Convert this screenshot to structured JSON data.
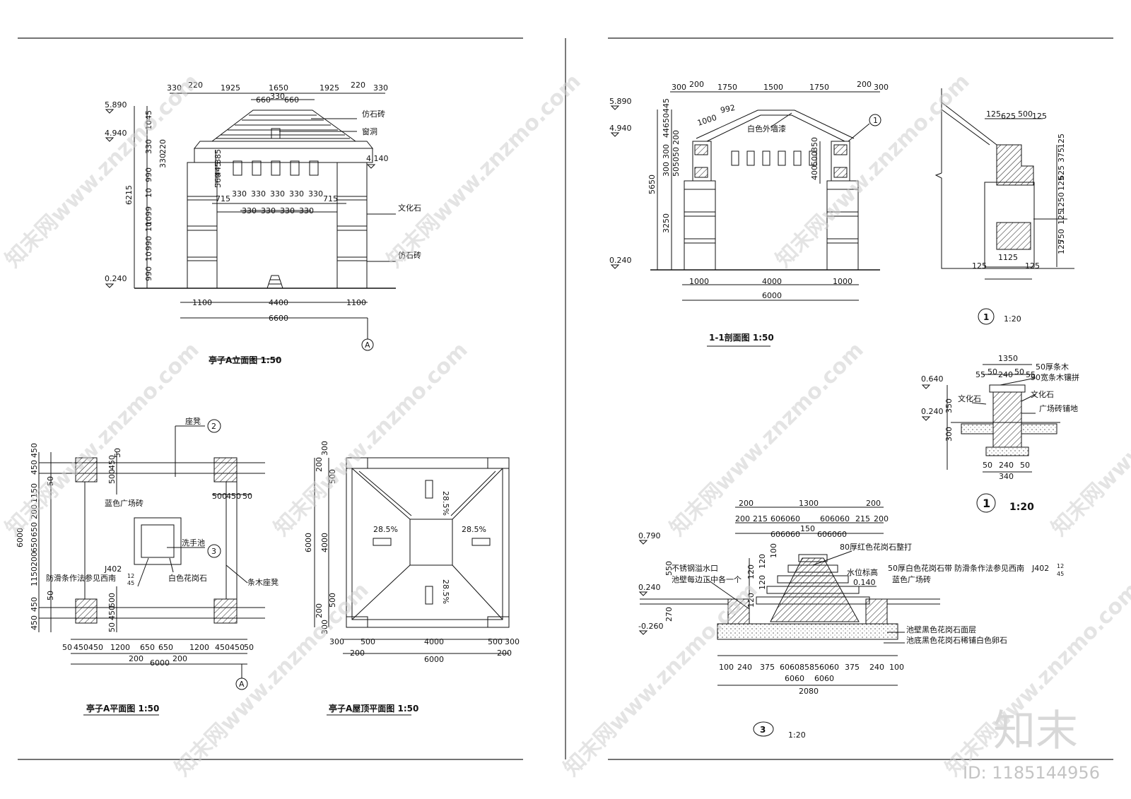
{
  "watermark": {
    "text": "知末网www.znzmo.com"
  },
  "brand": {
    "logo_text": "知末",
    "id_label": "ID: 1185144956"
  },
  "elevation": {
    "title": "亭子A立面图  1:50",
    "top_dims": [
      "330",
      "220",
      "1925",
      "1650",
      "1925",
      "220",
      "330"
    ],
    "ridge_dims": [
      "660",
      "330",
      "660"
    ],
    "levels": [
      "5.890",
      "4.940",
      "4.140",
      "0.240"
    ],
    "left_dims": [
      "1045",
      "330",
      "220",
      "330",
      "990",
      "6215",
      "10",
      "1099",
      "10",
      "990",
      "10",
      "990"
    ],
    "left_dims_inner": [
      "385",
      "445",
      "560"
    ],
    "window_dims_top": [
      "715",
      "330",
      "330",
      "330",
      "330",
      "330",
      "715"
    ],
    "window_dims_bottom": [
      "330",
      "330",
      "330",
      "330"
    ],
    "bottom_dims": [
      "1100",
      "4400",
      "1100"
    ],
    "total_dim": "6600",
    "axis": "A",
    "notes": [
      "仿石砖",
      "窗洞",
      "文化石",
      "仿石砖"
    ]
  },
  "section": {
    "title": "1-1剖面图  1:50",
    "top_dims": [
      "300",
      "200",
      "1750",
      "1500",
      "1750",
      "200",
      "300"
    ],
    "arc_dims": [
      "1000",
      "992"
    ],
    "levels": [
      "5.890",
      "4.940",
      "0.240"
    ],
    "left_dims": [
      "5650",
      "3250",
      "300",
      "5050",
      "200",
      "300",
      "50",
      "44650",
      "445"
    ],
    "inner_dims": [
      "350",
      "500",
      "400"
    ],
    "bottom_dims": [
      "1000",
      "4000",
      "1000"
    ],
    "total_dim": "6000",
    "note": "白色外墙漆",
    "callout": "1"
  },
  "detail1": {
    "dims_top": [
      "125",
      "625",
      "500",
      "125"
    ],
    "dims_right": [
      "375",
      "125",
      "625",
      "125",
      "1250",
      "125",
      "750",
      "125"
    ],
    "dims_bottom": [
      "1125",
      "125",
      "125"
    ],
    "label_num": "1",
    "label_scale": "1:20"
  },
  "bench": {
    "dims_top": [
      "1350",
      "55",
      "50",
      "240",
      "50",
      "55"
    ],
    "levels": [
      "0.640",
      "0.240"
    ],
    "left_dims": [
      "350",
      "300"
    ],
    "dims_bottom": [
      "50",
      "240",
      "50",
      "340"
    ],
    "notes": [
      "50厚条木",
      "90宽条木镶拼",
      "文化石",
      "文化石",
      "广场砖铺地"
    ],
    "label_num": "1",
    "label_scale": "1:20"
  },
  "plan": {
    "title": "亭子A平面图  1:50",
    "notes": [
      "座凳",
      "蓝色广场砖",
      "洗手池",
      "J402",
      "防滑条作法参见西南",
      "白色花岗石",
      "条木座凳"
    ],
    "callouts": [
      "2",
      "3"
    ],
    "ref_top": "12",
    "ref_bottom": "45",
    "left_dims": [
      "450",
      "50",
      "450",
      "50",
      "1150",
      "200",
      "650",
      "650",
      "200",
      "1150",
      "50",
      "450",
      "50",
      "450"
    ],
    "left_total": "6000",
    "right_dims": [
      "50",
      "450",
      "500",
      "500",
      "450",
      "50"
    ],
    "corner_dims": [
      "500",
      "450",
      "50"
    ],
    "bottom_dims": [
      "50",
      "450",
      "450",
      "1200",
      "650",
      "650",
      "1200",
      "450",
      "450",
      "50"
    ],
    "bottom_dims2": [
      "200",
      "200"
    ],
    "total_dim": "6000",
    "axis": "A"
  },
  "roofplan": {
    "title": "亭子A屋顶平面图  1:50",
    "slopes": [
      "28.5%",
      "28.5%",
      "28.5%",
      "28.5%"
    ],
    "left_dims": [
      "300",
      "200",
      "500",
      "4000",
      "500",
      "200",
      "300"
    ],
    "left_total": "6000",
    "bottom_dims": [
      "300",
      "500",
      "4000",
      "500",
      "300"
    ],
    "bottom_dims2": [
      "200",
      "200"
    ],
    "total_dim": "6000"
  },
  "pool": {
    "title_num": "3",
    "title_scale": "1:20",
    "top_dims": [
      "200",
      "1300",
      "200"
    ],
    "top_dims2": [
      "200",
      "215",
      "60",
      "60",
      "60",
      "60",
      "60",
      "60",
      "215",
      "200"
    ],
    "top_dims3": [
      "60",
      "60",
      "60",
      "150",
      "60",
      "60",
      "60"
    ],
    "levels": [
      "0.790",
      "0.240",
      "-0.260"
    ],
    "left_dims": [
      "550",
      "270",
      "120",
      "120",
      "120",
      "120",
      "100"
    ],
    "notes": [
      "80厚红色花岗石整打",
      "不锈钢溢水口",
      "池壁每边正中各一个",
      "50厚白色花岗石带",
      "水位标高",
      "0.140",
      "防滑条作法参见西南",
      "J402",
      "蓝色广场砖",
      "池壁黑色花岗石面层",
      "池底黑色花岗石稀铺白色卵石"
    ],
    "ref_top": "12",
    "ref_bottom": "45",
    "bottom_dims": [
      "100",
      "240",
      "375",
      "60",
      "60",
      "85",
      "85",
      "60",
      "60",
      "375",
      "240",
      "100"
    ],
    "bottom_dims2": [
      "60",
      "60",
      "60",
      "60"
    ],
    "total_dim": "2080"
  }
}
